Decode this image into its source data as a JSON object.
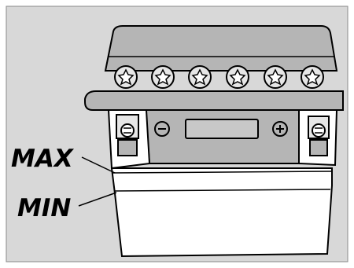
{
  "illustration": {
    "subject": "motorcycle-battery",
    "labels": {
      "max": "MAX",
      "min": "MIN"
    },
    "cell_caps": 6,
    "terminals": [
      "negative",
      "positive"
    ],
    "colors": {
      "background": "#d8d8d8",
      "battery_fill": "#ffffff",
      "cap_fill": "#b5b5b5",
      "outline": "#000000"
    }
  }
}
